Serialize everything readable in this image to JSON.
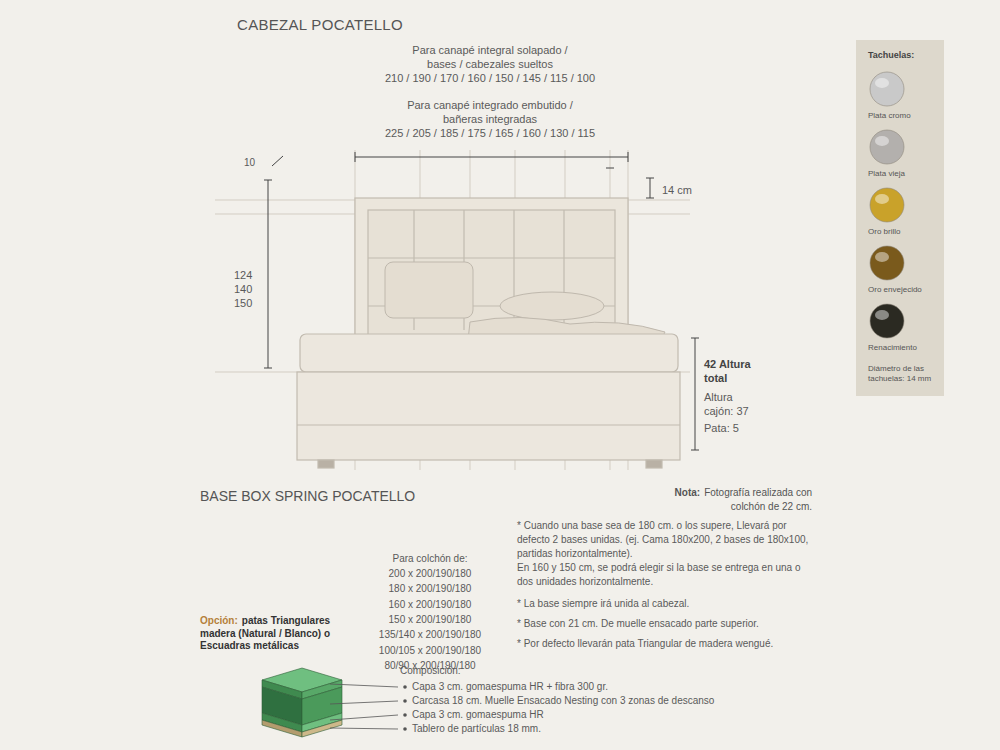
{
  "diagram": {
    "title": "CABEZAL POCATELLO",
    "nodes": [
      {
        "text": [
          "Tachuelas:",
          "Diámetro de las tachuelas: 14 mm"
        ]
      }
    ],
    "labels": [
      "Para canapé integral solapado / bases / cabezales sueltos",
      "210 / 190 / 170 / 160 / 150 / 145 / 115 / 100",
      "Para canapé integrado embutido / bañeras integradas",
      "225 / 205 / 185 / 175 / 165 / 160 / 130 / 115",
      "10",
      "14 cm",
      "124",
      "140",
      "150",
      "42 Altura total",
      "Altura cajón: 37",
      "Pata: 5",
      "BASE BOX SPRING POCATELLO",
      "Nota:",
      "Fotografía realizada con colchón de 22 cm.",
      "Para colchón de:",
      "200 x 200/190/180",
      "180 x 200/190/180",
      "160 x 200/190/180",
      "150 x 200/190/180",
      "135/140 x 200/190/180",
      "100/105 x 200/190/180",
      "80/90 x 200/190/180",
      "Opción:",
      "patas Triangulares madera (Natural / Blanco) o Escuadras metálicas",
      "* Cuando una base sea de 180 cm. o los supere, Llevará por defecto 2 bases unidas. (ej. Cama 180x200, 2 bases de 180x100, partidas horizontalmente).",
      "En 160 y 150 cm, se podrá elegir si la base se entrega en una o dos unidades horizontalmente.",
      "* La base siempre irá unida al cabezal.",
      "* Base con 21 cm. De muelle ensacado parte superior.",
      "* Por defecto llevarán pata Triangular de madera wengué.",
      "Composición:",
      "Capa 3 cm. gomaespuma HR + fibra 300 gr.",
      "Carcasa 18 cm. Muelle Ensacado Nesting con 3 zonas de descanso",
      "Capa 3 cm. gomaespuma HR",
      "Tablero de partículas 18 mm."
    ],
    "legend": [
      {
        "text": "Plata cromo",
        "color": "#c9c9c9"
      },
      {
        "text": "Plata vieja",
        "color": "#b3b0ad"
      },
      {
        "text": "Oro brillo",
        "color": "#c9a22a"
      },
      {
        "text": "Oro envejecido",
        "color": "#7a5a1c"
      },
      {
        "text": "Renacimiento",
        "color": "#2b2a22"
      }
    ]
  }
}
